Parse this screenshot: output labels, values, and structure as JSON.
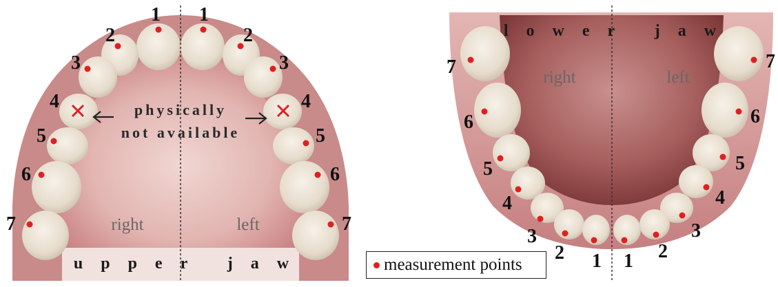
{
  "upper_jaw": {
    "title": "u p p e r   j a w",
    "right_label": "right",
    "left_label": "left",
    "note_line1": "physically",
    "note_line2": "not available",
    "tooth_numbers": [
      "1",
      "2",
      "3",
      "4",
      "5",
      "6",
      "7"
    ]
  },
  "lower_jaw": {
    "title": "l o w e r   j a w",
    "right_label": "right",
    "left_label": "left",
    "tooth_numbers": [
      "1",
      "2",
      "3",
      "4",
      "5",
      "6",
      "7"
    ]
  },
  "legend": {
    "label": "measurement points",
    "marker_color": "#e02020"
  },
  "colors": {
    "gum": "#c98a8a",
    "palate": "#e9c5c2",
    "tongue": "#9c4a4a",
    "tooth": "#ece3d6",
    "measure_point": "#e02020",
    "unavailable_mark": "#e02020"
  }
}
